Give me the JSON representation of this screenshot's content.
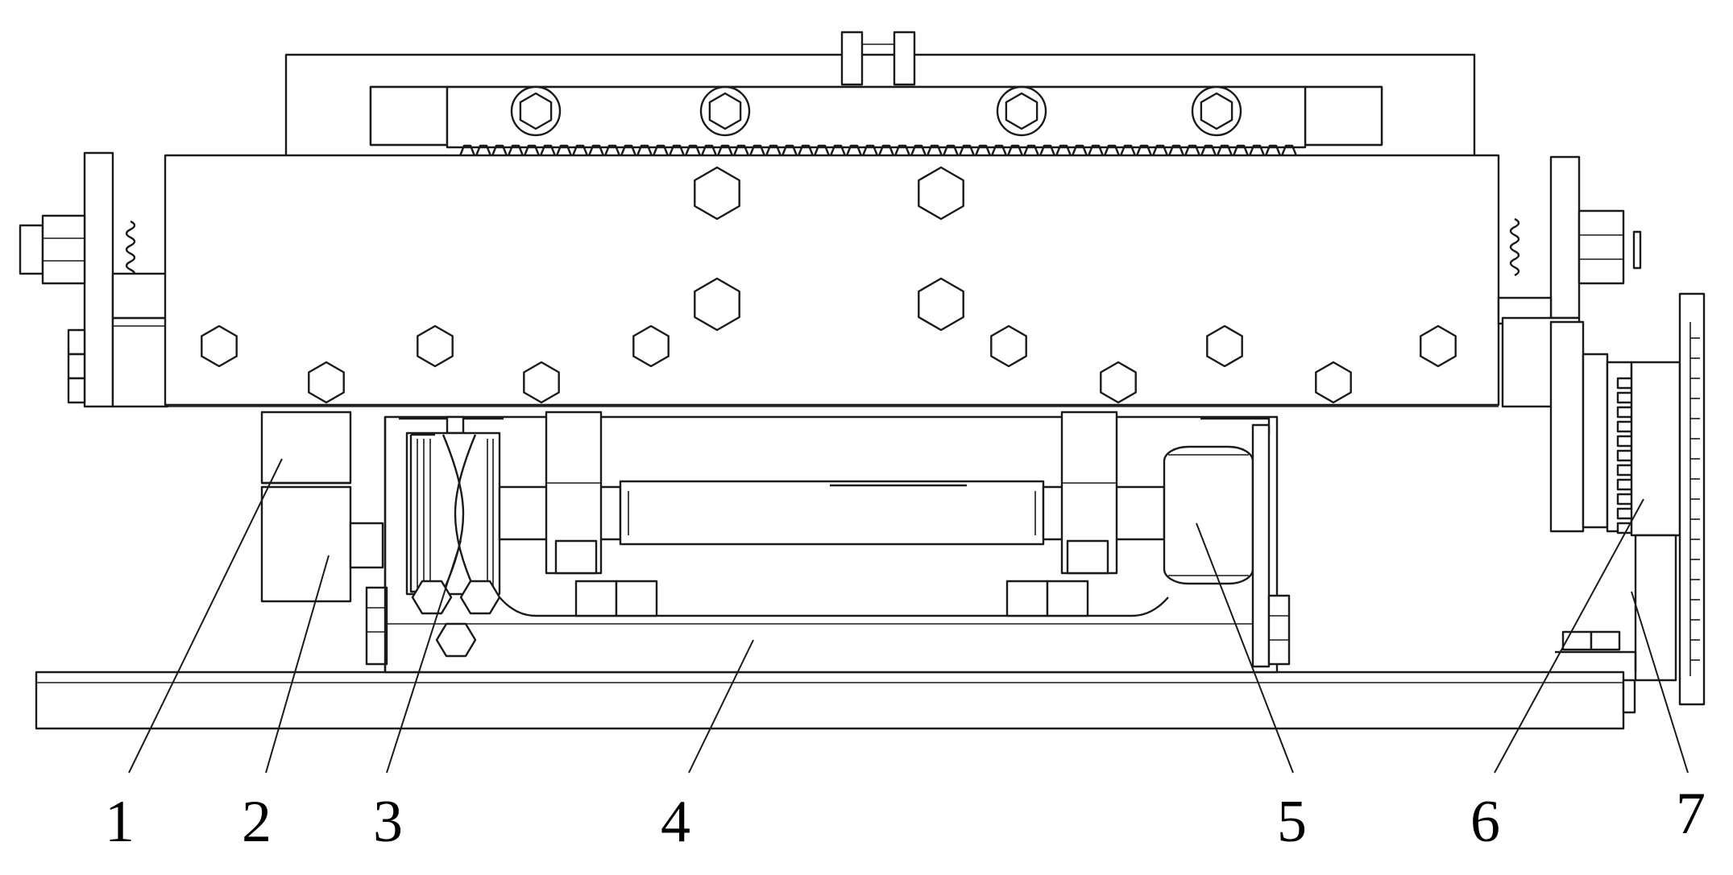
{
  "diagram": {
    "callouts": [
      {
        "id": "1",
        "label": "1"
      },
      {
        "id": "2",
        "label": "2"
      },
      {
        "id": "3",
        "label": "3"
      },
      {
        "id": "4",
        "label": "4"
      },
      {
        "id": "5",
        "label": "5"
      },
      {
        "id": "6",
        "label": "6"
      },
      {
        "id": "7",
        "label": "7"
      }
    ]
  },
  "colors": {
    "line": "#1a1a1a",
    "background": "#ffffff",
    "accent_blue": "#2030c8"
  }
}
